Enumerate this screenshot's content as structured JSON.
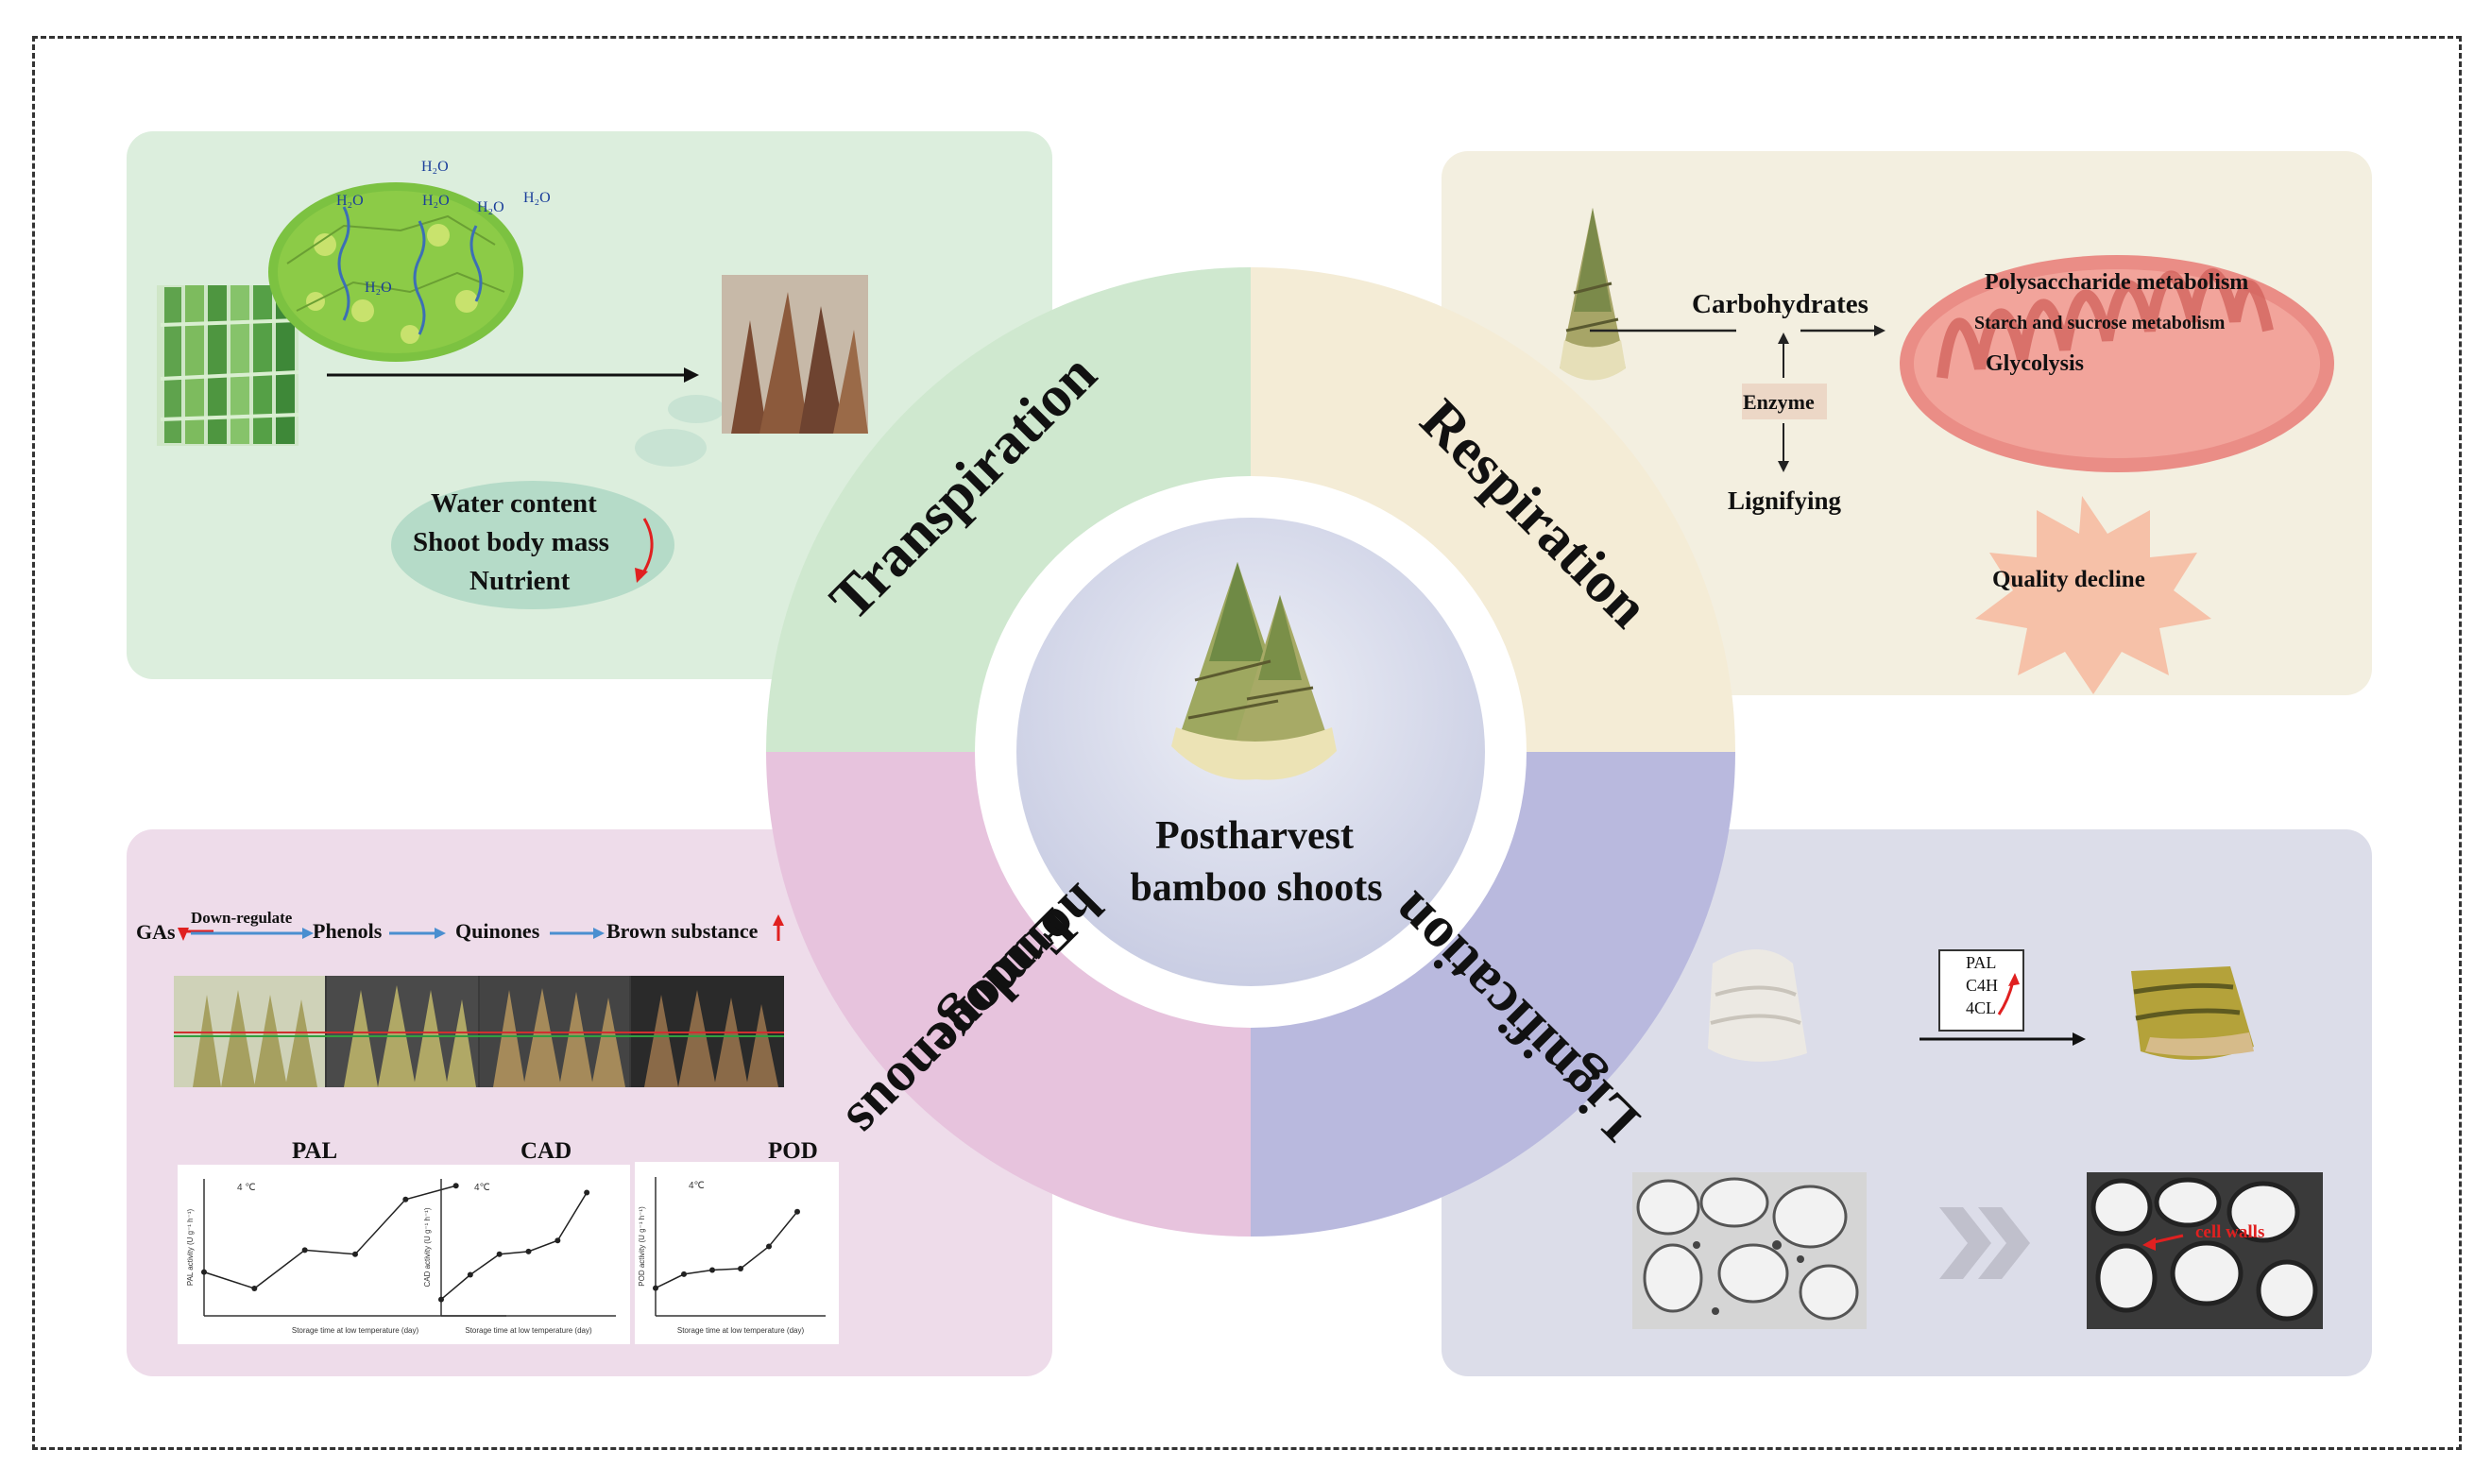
{
  "center": {
    "title_line1": "Postharvest",
    "title_line2": "bamboo shoots"
  },
  "quadrants": {
    "transpiration": "Transpiration",
    "respiration": "Respiration",
    "endogenous_line1": "Endogenous",
    "endogenous_line2": "hormone",
    "lignification": "Lignification"
  },
  "transpiration_panel": {
    "h2o": "H₂O",
    "water_content": "Water content",
    "shoot_body_mass": "Shoot body mass",
    "nutrient": "Nutrient"
  },
  "respiration_panel": {
    "carbohydrates": "Carbohydrates",
    "enzyme": "Enzyme",
    "lignifying": "Lignifying",
    "polysaccharide": "Polysaccharide metabolism",
    "starch": "Starch and sucrose metabolism",
    "glycolysis": "Glycolysis",
    "quality_decline": "Quality decline"
  },
  "hormone_panel": {
    "gas": "GAs",
    "down_regulate": "Down-regulate",
    "phenols": "Phenols",
    "quinones": "Quinones",
    "brown_substance": "Brown substance",
    "charts": [
      {
        "title": "PAL",
        "legend": "4 ℃",
        "ylabel": "PAL activity (U g⁻¹ h⁻¹)",
        "xlabel": "Storage time at low temperature (day)"
      },
      {
        "title": "CAD",
        "legend": "4℃",
        "ylabel": "CAD activity (U g⁻¹ h⁻¹)",
        "xlabel": "Storage time at low temperature (day)"
      },
      {
        "title": "POD",
        "legend": "4℃",
        "ylabel": "POD activity (U g⁻¹ h⁻¹)",
        "xlabel": "Storage time at low temperature (day)"
      }
    ]
  },
  "lignification_panel": {
    "pal": "PAL",
    "c4h": "C4H",
    "cl4": "4CL",
    "cell_walls": "cell walls"
  },
  "chart_data": [
    {
      "type": "line",
      "title": "PAL",
      "x": [
        0,
        3,
        6,
        9,
        12,
        15
      ],
      "values": [
        0.32,
        0.2,
        0.48,
        0.45,
        0.85,
        0.95
      ],
      "xlim": [
        0,
        18
      ],
      "ylim": [
        0,
        1
      ]
    },
    {
      "type": "line",
      "title": "CAD",
      "x": [
        0,
        3,
        6,
        9,
        12,
        15
      ],
      "values": [
        0.12,
        0.3,
        0.45,
        0.47,
        0.55,
        0.9
      ],
      "xlim": [
        0,
        18
      ],
      "ylim": [
        0,
        1
      ]
    },
    {
      "type": "line",
      "title": "POD",
      "x": [
        0,
        3,
        6,
        9,
        12,
        15
      ],
      "values": [
        0.2,
        0.3,
        0.33,
        0.34,
        0.5,
        0.75
      ],
      "xlim": [
        0,
        18
      ],
      "ylim": [
        0,
        1
      ]
    }
  ],
  "colors": {
    "transpiration": "#cfe8cf",
    "respiration": "#f4ecd6",
    "hormone": "#e7c3dd",
    "lignification": "#b9b9de",
    "center": "#dfe2ef"
  }
}
